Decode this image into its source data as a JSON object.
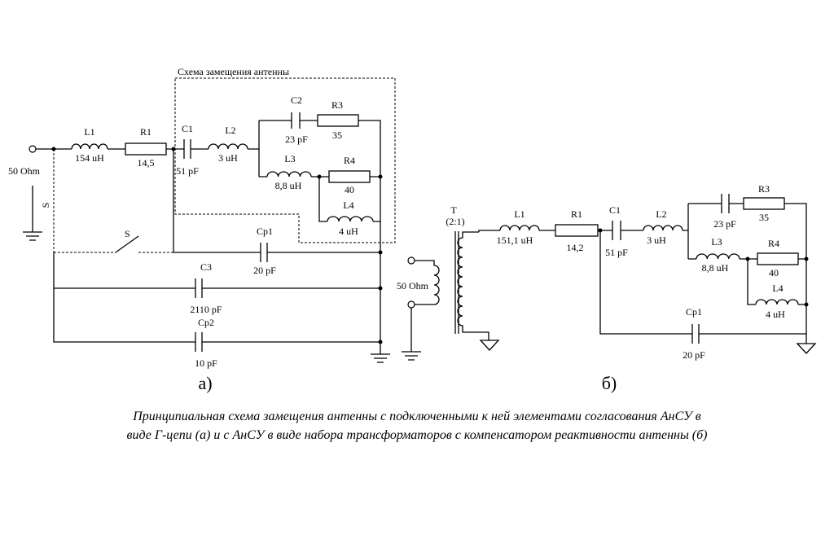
{
  "circuit_a": {
    "frame_title": "Схема замещения антенны",
    "source": "50 Ohm",
    "switch_label_vertical": "S",
    "switch_label": "S",
    "l1": {
      "name": "L1",
      "value": "154 uH"
    },
    "r1": {
      "name": "R1",
      "value": "14,5"
    },
    "c1": {
      "name": "C1",
      "value": "51 pF"
    },
    "l2": {
      "name": "L2",
      "value": "3 uH"
    },
    "c2": {
      "name": "C2",
      "value": "23 pF"
    },
    "r3": {
      "name": "R3",
      "value": "35"
    },
    "l3": {
      "name": "L3",
      "value": "8,8 uH"
    },
    "r4": {
      "name": "R4",
      "value": "40"
    },
    "l4": {
      "name": "L4",
      "value": "4 uH"
    },
    "cp1": {
      "name": "Cp1",
      "value": "20 pF"
    },
    "c3": {
      "name": "C3",
      "value": "2110 pF"
    },
    "cp2": {
      "name": "Cp2",
      "value": "10 pF"
    },
    "panel_label": "a)"
  },
  "circuit_b": {
    "transformer": {
      "name": "T",
      "ratio": "(2:1)"
    },
    "source": "50 Ohm",
    "l1": {
      "name": "L1",
      "value": "151,1 uH"
    },
    "r1": {
      "name": "R1",
      "value": "14,2"
    },
    "c1": {
      "name": "C1",
      "value": "51 pF"
    },
    "l2": {
      "name": "L2",
      "value": "3 uH"
    },
    "c2": {
      "value": "23 pF"
    },
    "r3": {
      "name": "R3",
      "value": "35"
    },
    "l3": {
      "name": "L3",
      "value": "8,8 uH"
    },
    "r4": {
      "name": "R4",
      "value": "40"
    },
    "l4": {
      "name": "L4",
      "value": "4 uH"
    },
    "cp1": {
      "name": "Cp1",
      "value": "20 pF"
    },
    "panel_label": "б)"
  },
  "caption": {
    "line1": "Принципиальная схема замещения антенны с подключенными к ней элементами согласования АнСУ в",
    "line2": "виде Г-цепи (а) и с АнСУ в виде набора трансформаторов с компенсатором реактивности антенны (б)"
  }
}
